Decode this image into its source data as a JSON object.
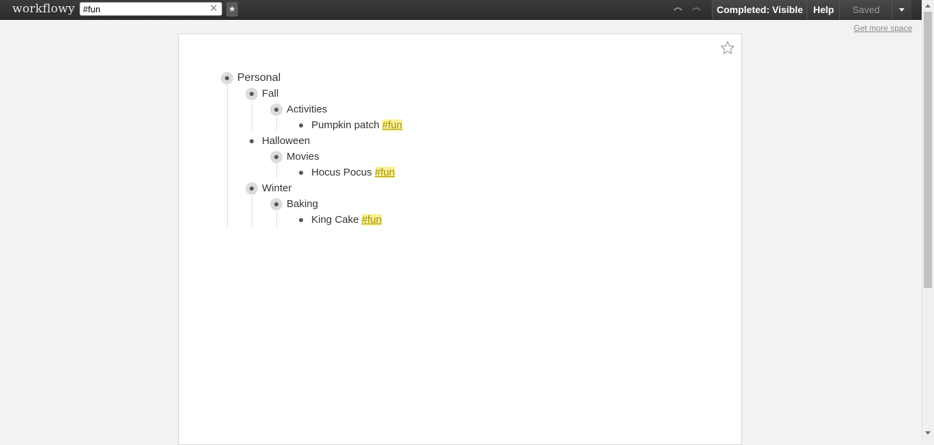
{
  "app": {
    "logo": "workflowy"
  },
  "search": {
    "value": "#fun"
  },
  "toolbar": {
    "completed_label": "Completed: Visible",
    "help_label": "Help",
    "saved_label": "Saved"
  },
  "page": {
    "more_space_link": "Get more space"
  },
  "outline": {
    "personal": "Personal",
    "fall": "Fall",
    "activities": "Activities",
    "pumpkin": {
      "text": "Pumpkin patch",
      "tag": "#fun"
    },
    "halloween": "Halloween",
    "movies": "Movies",
    "hocus": {
      "text": "Hocus Pocus",
      "tag": "#fun"
    },
    "winter": "Winter",
    "baking": "Baking",
    "kingcake": {
      "text": "King Cake",
      "tag": "#fun"
    }
  },
  "colors": {
    "topbar": "#333333",
    "tag_highlight": "#f9f29c",
    "tag_text": "#a58f00"
  }
}
